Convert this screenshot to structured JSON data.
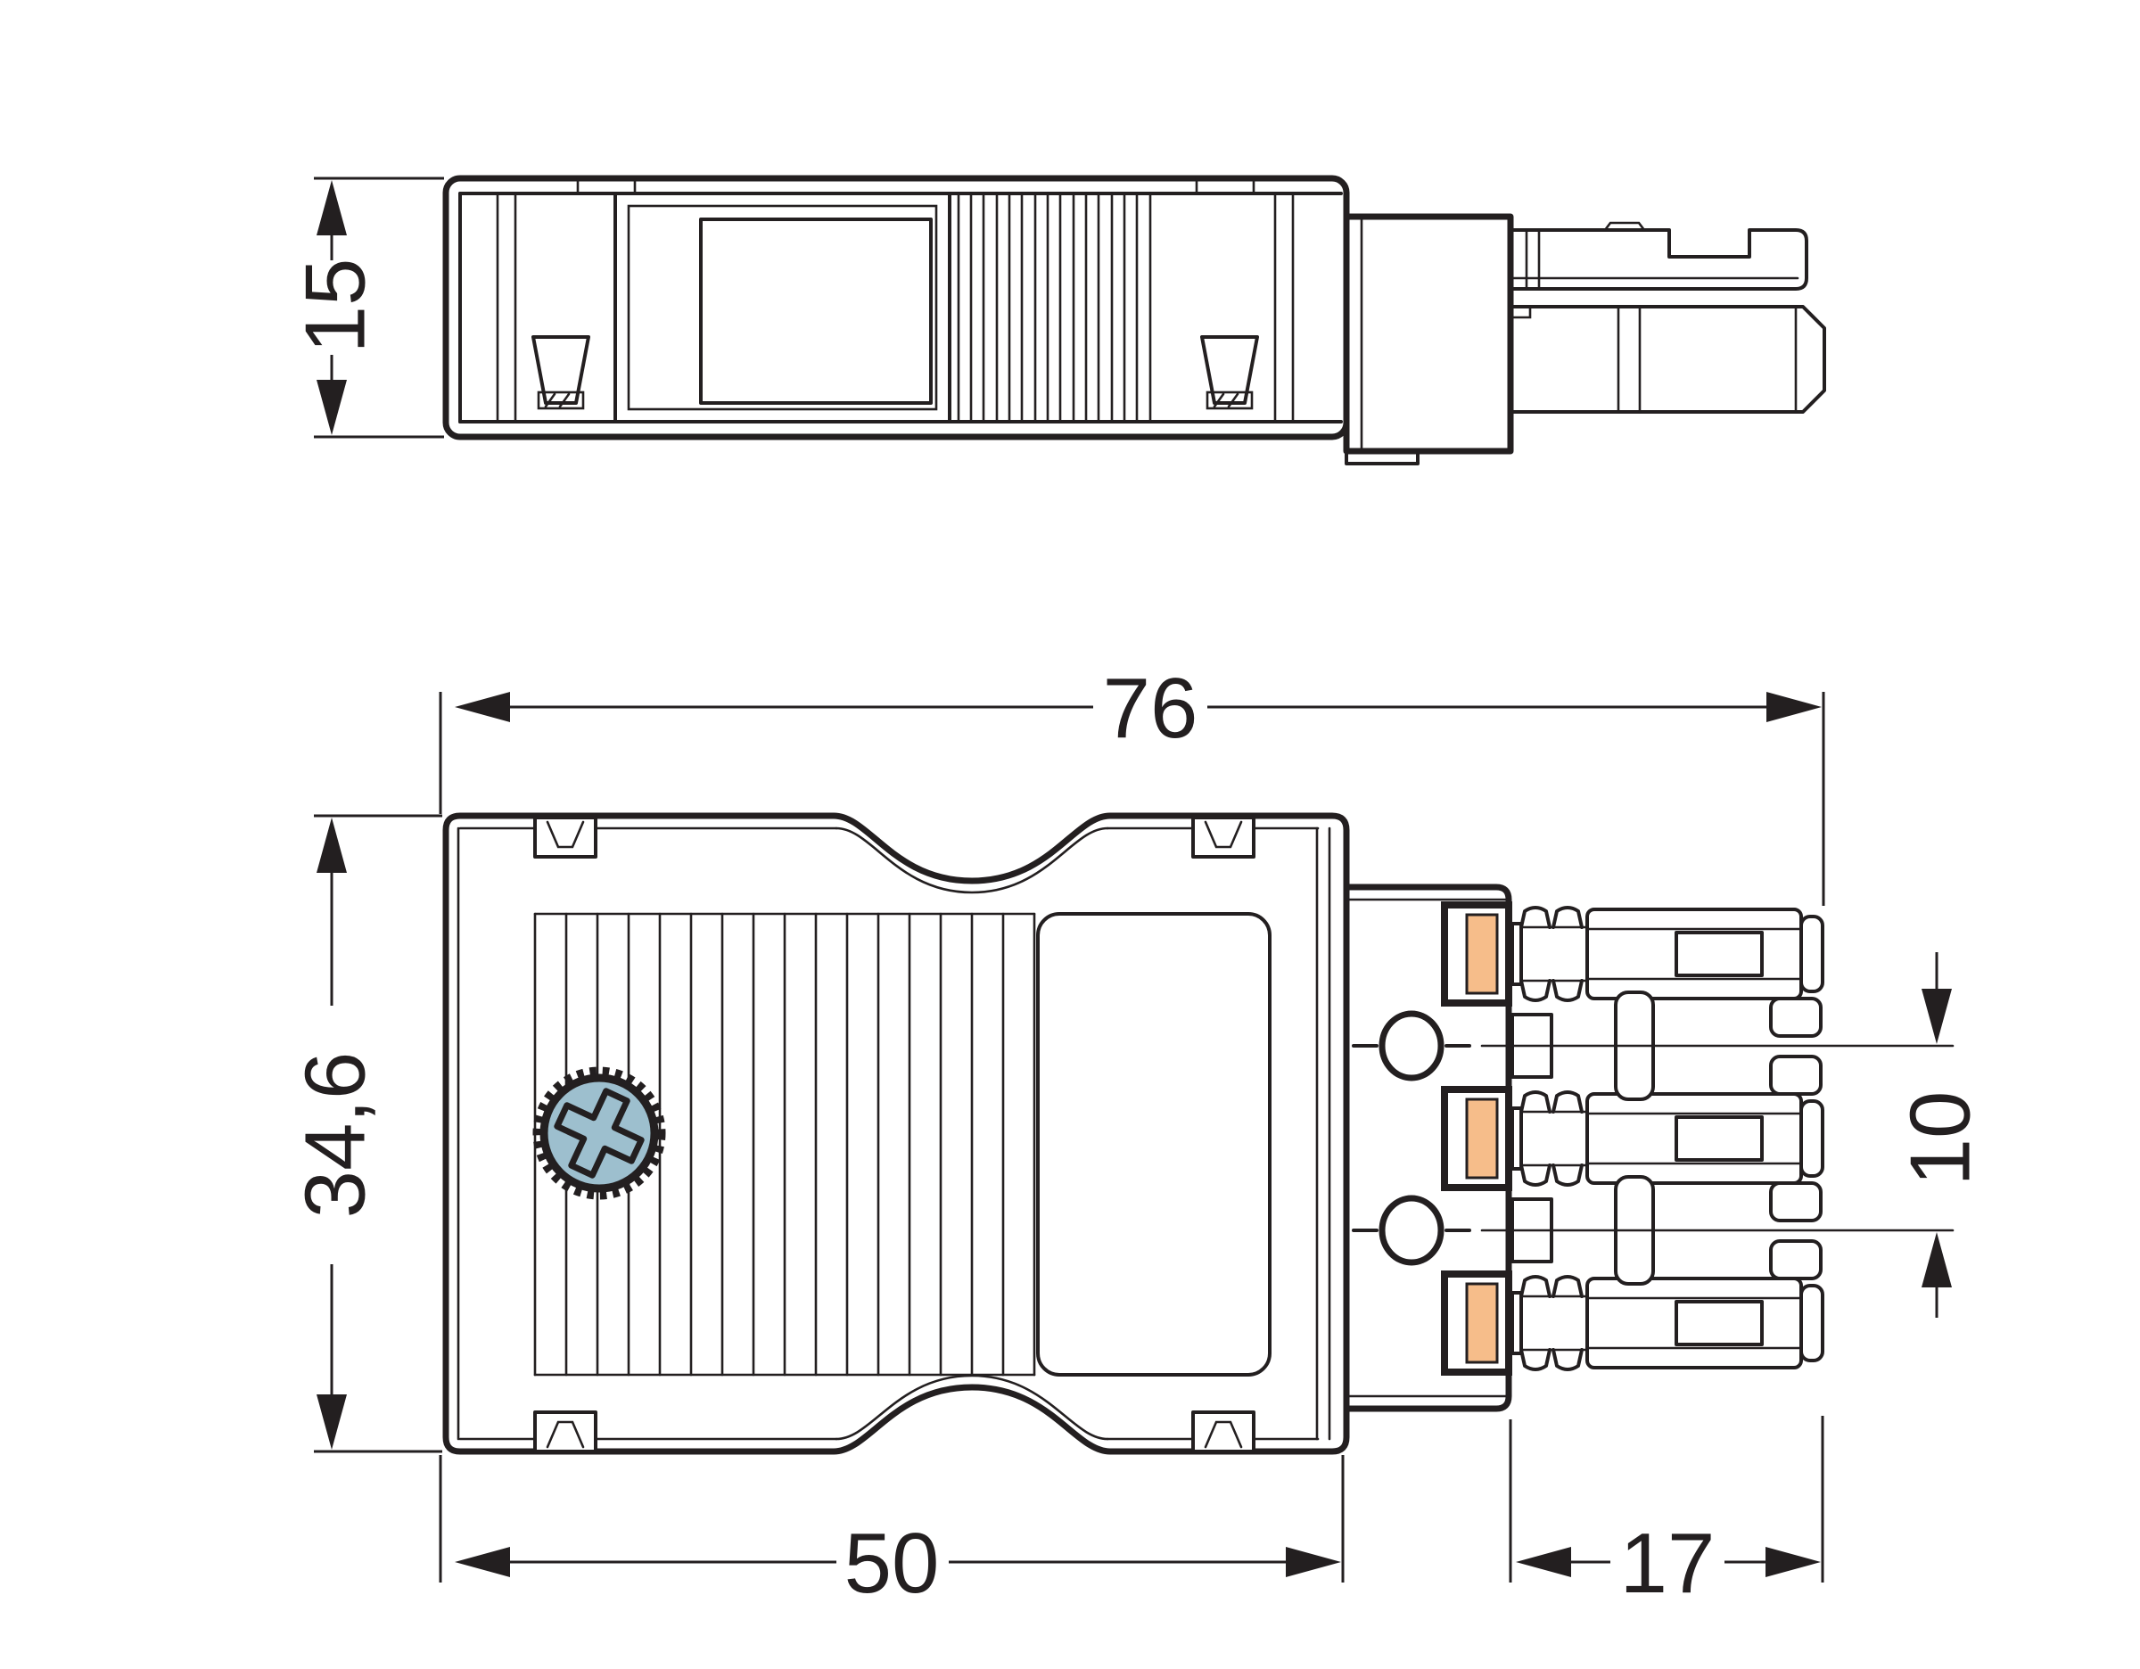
{
  "drawing": {
    "type": "technical-dimension-drawing",
    "subject": "3-pole connector with strain relief housing",
    "views": [
      {
        "id": "side-view",
        "description": "side profile of connector, height dimensioned"
      },
      {
        "id": "top-view",
        "description": "top view with housing, knurled screw and 3 wire contacts"
      }
    ],
    "dimensions": {
      "side_height": {
        "label": "15"
      },
      "total_length": {
        "label": "76"
      },
      "body_height": {
        "label": "34,6"
      },
      "body_width": {
        "label": "50"
      },
      "contact_length": {
        "label": "17"
      },
      "pole_pitch": {
        "label": "10"
      }
    },
    "colors": {
      "line": "#231f20",
      "wire_port_orange": "#f6bd8a",
      "screw_blue": "#9dbfce",
      "background": "#ffffff"
    }
  }
}
